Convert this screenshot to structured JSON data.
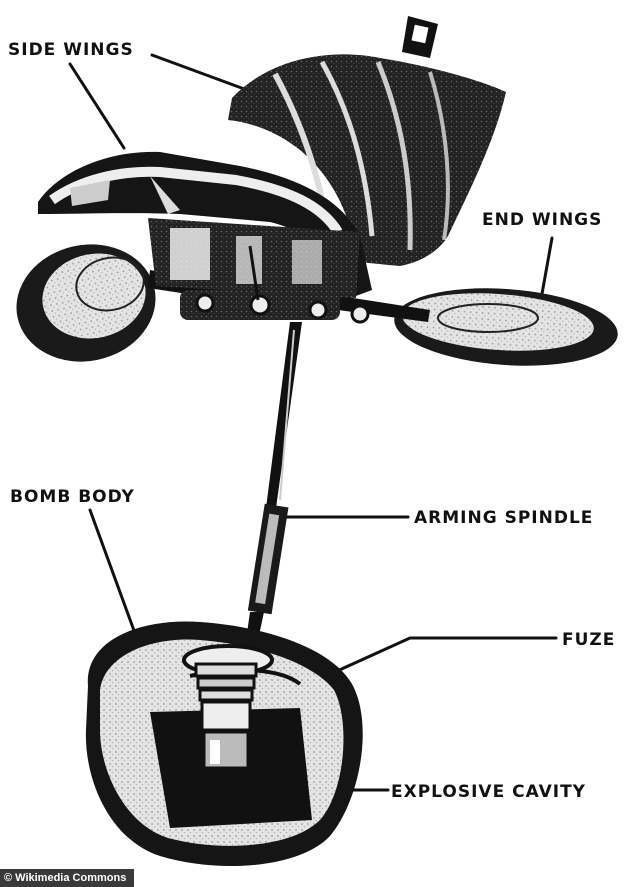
{
  "labels": {
    "side_wings": "SIDE WINGS",
    "end_wings": "END WINGS",
    "bomb_body": "BOMB BODY",
    "arming_spindle": "ARMING SPINDLE",
    "fuze": "FUZE",
    "explosive_cavity": "EXPLOSIVE CAVITY"
  },
  "credit": "© Wikimedia Commons",
  "colors": {
    "ink": "#111111",
    "paper": "#ffffff",
    "credit_background": "#3a3a3a"
  }
}
